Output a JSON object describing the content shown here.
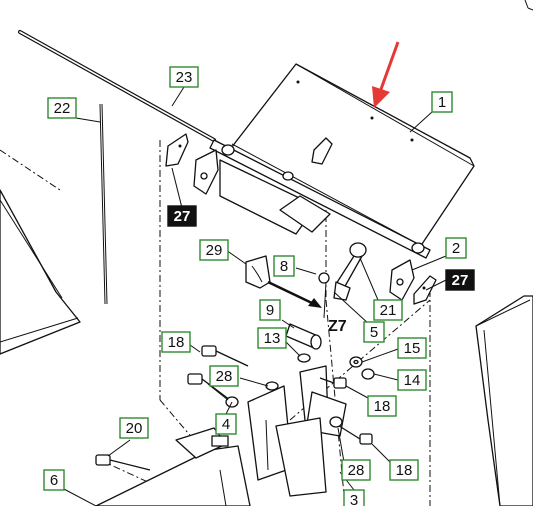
{
  "diagram": {
    "colors": {
      "callout_border": "#2f8a2f",
      "callout_dark_fill": "#111111",
      "arrow_red": "#e53935",
      "line": "#111111",
      "background": "#ffffff"
    },
    "callouts": [
      {
        "id": "c1",
        "label": "1",
        "style": "outline"
      },
      {
        "id": "c2",
        "label": "2",
        "style": "outline"
      },
      {
        "id": "c3",
        "label": "3",
        "style": "outline"
      },
      {
        "id": "c4",
        "label": "4",
        "style": "outline"
      },
      {
        "id": "c5",
        "label": "5",
        "style": "outline"
      },
      {
        "id": "c6",
        "label": "6",
        "style": "outline"
      },
      {
        "id": "c8",
        "label": "8",
        "style": "outline"
      },
      {
        "id": "c9",
        "label": "9",
        "style": "outline"
      },
      {
        "id": "c13",
        "label": "13",
        "style": "outline"
      },
      {
        "id": "c14",
        "label": "14",
        "style": "outline"
      },
      {
        "id": "c15",
        "label": "15",
        "style": "outline"
      },
      {
        "id": "c18a",
        "label": "18",
        "style": "outline"
      },
      {
        "id": "c18b",
        "label": "18",
        "style": "outline"
      },
      {
        "id": "c18c",
        "label": "18",
        "style": "outline"
      },
      {
        "id": "c20",
        "label": "20",
        "style": "outline"
      },
      {
        "id": "c21",
        "label": "21",
        "style": "outline"
      },
      {
        "id": "c22",
        "label": "22",
        "style": "outline"
      },
      {
        "id": "c23",
        "label": "23",
        "style": "outline"
      },
      {
        "id": "c27a",
        "label": "27",
        "style": "filled"
      },
      {
        "id": "c27b",
        "label": "27",
        "style": "filled"
      },
      {
        "id": "c28a",
        "label": "28",
        "style": "outline"
      },
      {
        "id": "c28b",
        "label": "28",
        "style": "outline"
      },
      {
        "id": "c29",
        "label": "29",
        "style": "outline"
      }
    ],
    "reference_mark": "Z7"
  }
}
